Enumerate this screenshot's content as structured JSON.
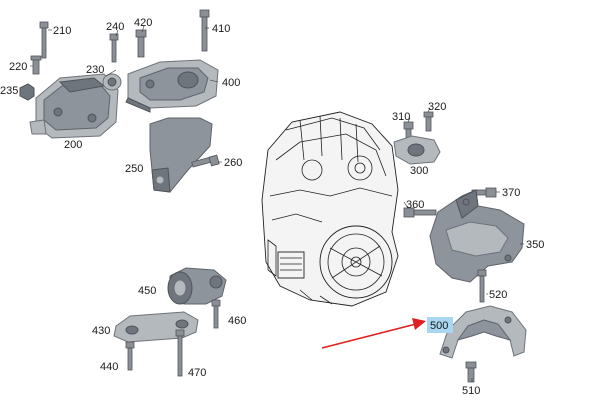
{
  "diagram": {
    "callouts": {
      "c200": "200",
      "c210": "210",
      "c220": "220",
      "c230": "230",
      "c235": "235",
      "c240": "240",
      "c250": "250",
      "c260": "260",
      "c300": "300",
      "c310": "310",
      "c320": "320",
      "c350": "350",
      "c360": "360",
      "c370": "370",
      "c400": "400",
      "c410": "410",
      "c420": "420",
      "c430": "430",
      "c440": "440",
      "c450": "450",
      "c460": "460",
      "c470": "470",
      "c500": "500",
      "c510": "510",
      "c520": "520"
    },
    "highlight_color": "#a9d6f0",
    "arrow_color": "#e02020"
  }
}
